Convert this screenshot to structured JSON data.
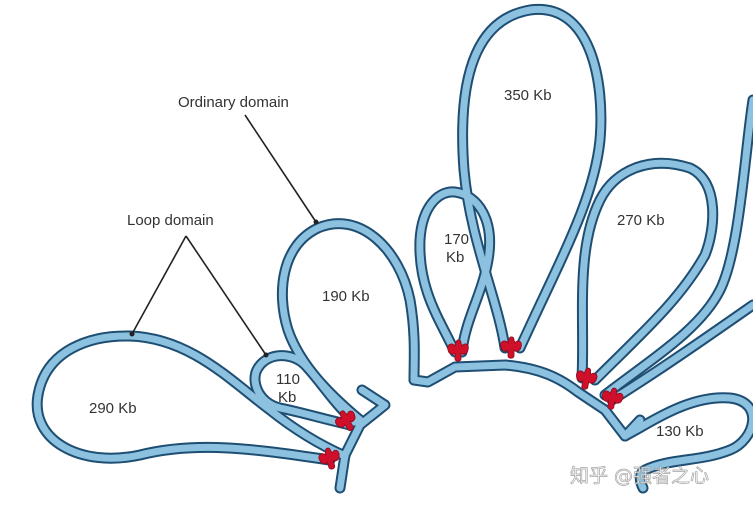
{
  "diagram": {
    "title": "Chromatin loop domains",
    "annotations": {
      "ordinary_domain": "Ordinary domain",
      "loop_domain": "Loop domain"
    },
    "loops": [
      {
        "id": "loop-290",
        "label": "290 Kb"
      },
      {
        "id": "loop-110",
        "label_line1": "110",
        "label_line2": "Kb"
      },
      {
        "id": "loop-190",
        "label": "190 Kb"
      },
      {
        "id": "loop-170",
        "label_line1": "170",
        "label_line2": "Kb"
      },
      {
        "id": "loop-350",
        "label": "350 Kb"
      },
      {
        "id": "loop-270",
        "label": "270 Kb"
      },
      {
        "id": "loop-130",
        "label": "130 Kb"
      }
    ],
    "cohesin_count": 6,
    "colors": {
      "fiber_fill": "#8dc1e0",
      "fiber_outline": "#1f4e73",
      "cohesin": "#d0102a",
      "text": "#333333"
    }
  },
  "watermark": "知乎 @强者之心"
}
